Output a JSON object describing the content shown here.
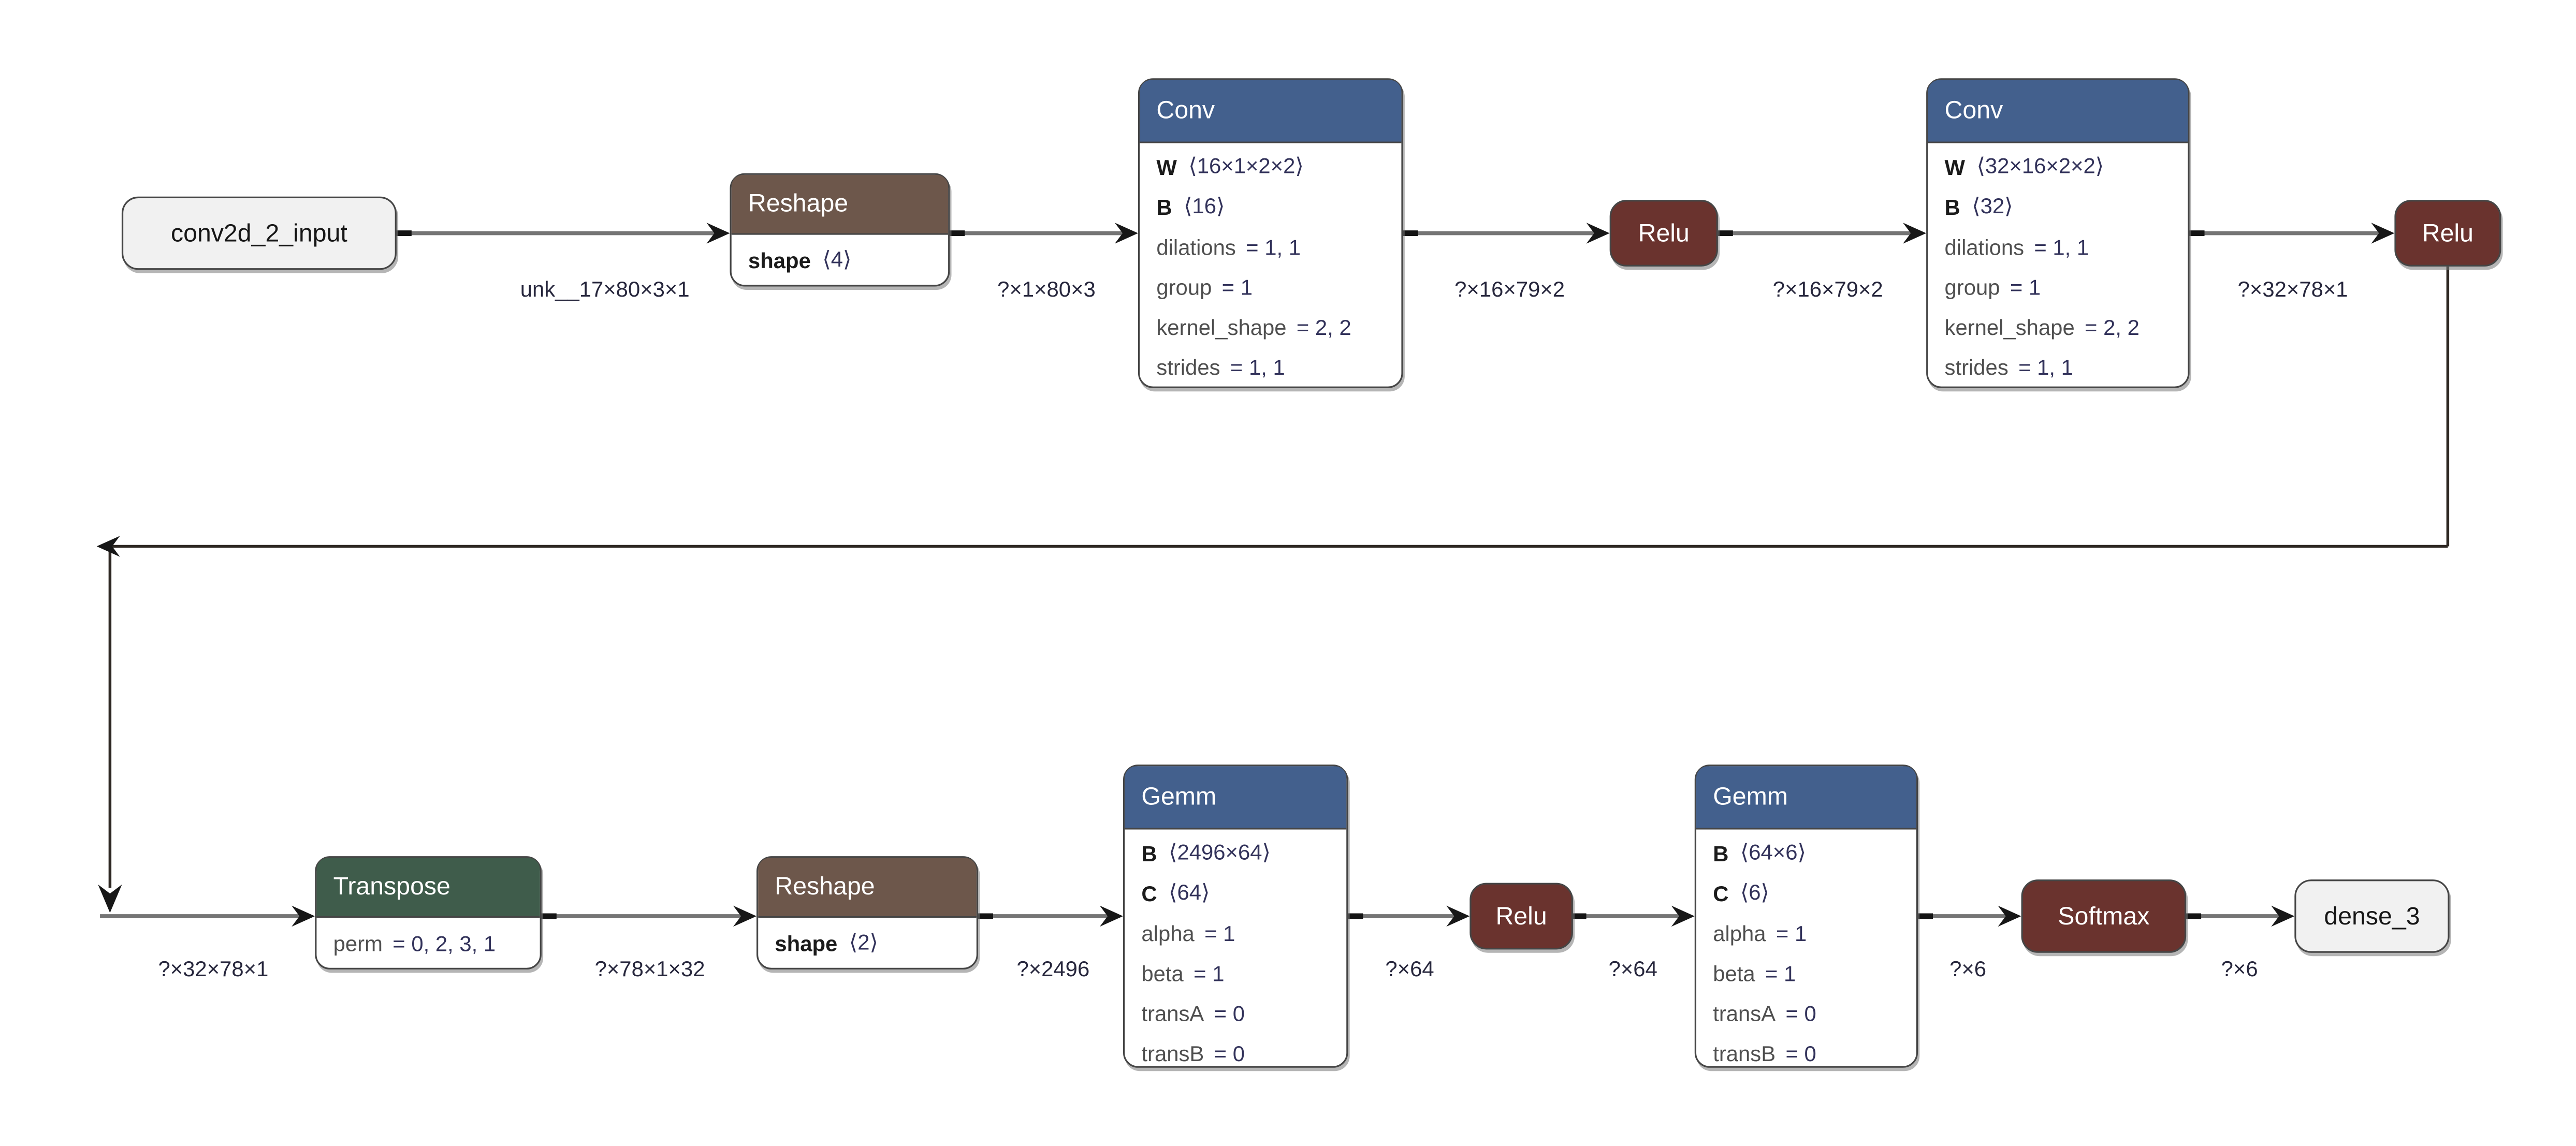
{
  "nodes": {
    "input": {
      "label": "conv2d_2_input"
    },
    "reshape1": {
      "title": "Reshape",
      "lines": [
        {
          "name": "shape",
          "value": "⟨4⟩"
        }
      ]
    },
    "conv1": {
      "title": "Conv",
      "lines": [
        {
          "name": "W",
          "value": "⟨16×1×2×2⟩"
        },
        {
          "name": "B",
          "value": "⟨16⟩"
        },
        {
          "name": "dilations",
          "value": "= 1, 1"
        },
        {
          "name": "group",
          "value": "= 1"
        },
        {
          "name": "kernel_shape",
          "value": "= 2, 2"
        },
        {
          "name": "strides",
          "value": "= 1, 1"
        }
      ]
    },
    "relu1": {
      "label": "Relu"
    },
    "conv2": {
      "title": "Conv",
      "lines": [
        {
          "name": "W",
          "value": "⟨32×16×2×2⟩"
        },
        {
          "name": "B",
          "value": "⟨32⟩"
        },
        {
          "name": "dilations",
          "value": "= 1, 1"
        },
        {
          "name": "group",
          "value": "= 1"
        },
        {
          "name": "kernel_shape",
          "value": "= 2, 2"
        },
        {
          "name": "strides",
          "value": "= 1, 1"
        }
      ]
    },
    "relu2": {
      "label": "Relu"
    },
    "transpose": {
      "title": "Transpose",
      "lines": [
        {
          "name": "perm",
          "value": "= 0, 2, 3, 1"
        }
      ]
    },
    "reshape2": {
      "title": "Reshape",
      "lines": [
        {
          "name": "shape",
          "value": "⟨2⟩"
        }
      ]
    },
    "gemm1": {
      "title": "Gemm",
      "lines": [
        {
          "name": "B",
          "value": "⟨2496×64⟩"
        },
        {
          "name": "C",
          "value": "⟨64⟩"
        },
        {
          "name": "alpha",
          "value": "= 1"
        },
        {
          "name": "beta",
          "value": "= 1"
        },
        {
          "name": "transA",
          "value": "= 0"
        },
        {
          "name": "transB",
          "value": "= 0"
        }
      ]
    },
    "relu3": {
      "label": "Relu"
    },
    "gemm2": {
      "title": "Gemm",
      "lines": [
        {
          "name": "B",
          "value": "⟨64×6⟩"
        },
        {
          "name": "C",
          "value": "⟨6⟩"
        },
        {
          "name": "alpha",
          "value": "= 1"
        },
        {
          "name": "beta",
          "value": "= 1"
        },
        {
          "name": "transA",
          "value": "= 0"
        },
        {
          "name": "transB",
          "value": "= 0"
        }
      ]
    },
    "softmax": {
      "label": "Softmax"
    },
    "dense3": {
      "label": "dense_3"
    }
  },
  "edge_labels": {
    "e1": "unk__17×80×3×1",
    "e2": "?×1×80×3",
    "e3": "?×16×79×2",
    "e4": "?×16×79×2",
    "e5": "?×32×78×1",
    "e6": "?×32×78×1",
    "e7": "?×78×1×32",
    "e8": "?×2496",
    "e9": "?×64",
    "e10": "?×64",
    "e11": "?×6",
    "e12": "?×6"
  },
  "colors": {
    "conv_gemm_header": "#43608d",
    "reshape_header": "#6d574b",
    "transpose_header": "#3f5c4b",
    "activation_fill": "#6a332e",
    "io_fill": "#f1f1f1"
  }
}
